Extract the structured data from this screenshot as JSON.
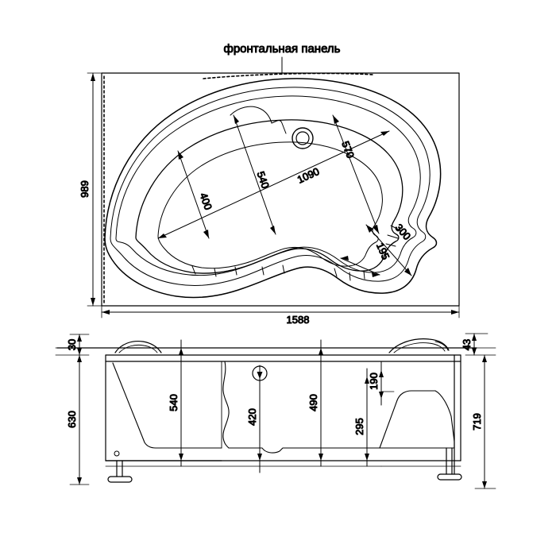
{
  "drawing": {
    "title": "фронтальная панель",
    "line_color": "#000000",
    "background": "#ffffff"
  },
  "top_view": {
    "name": "plan-view",
    "dimensions": {
      "overall_width": "1588",
      "overall_height": "989",
      "inner_length": "1090",
      "inner_a": "540",
      "inner_b": "400",
      "inner_c": "570",
      "inner_d": "300",
      "inner_e": "195"
    }
  },
  "front_view": {
    "name": "front-elevation-view",
    "dimensions": {
      "rim_left": "30",
      "rim_right": "43",
      "total_left": "630",
      "total_right": "719",
      "seat_height": "540",
      "drain_height": "420",
      "bowl_height": "490",
      "step_height": "295",
      "ledge_height": "190"
    }
  }
}
